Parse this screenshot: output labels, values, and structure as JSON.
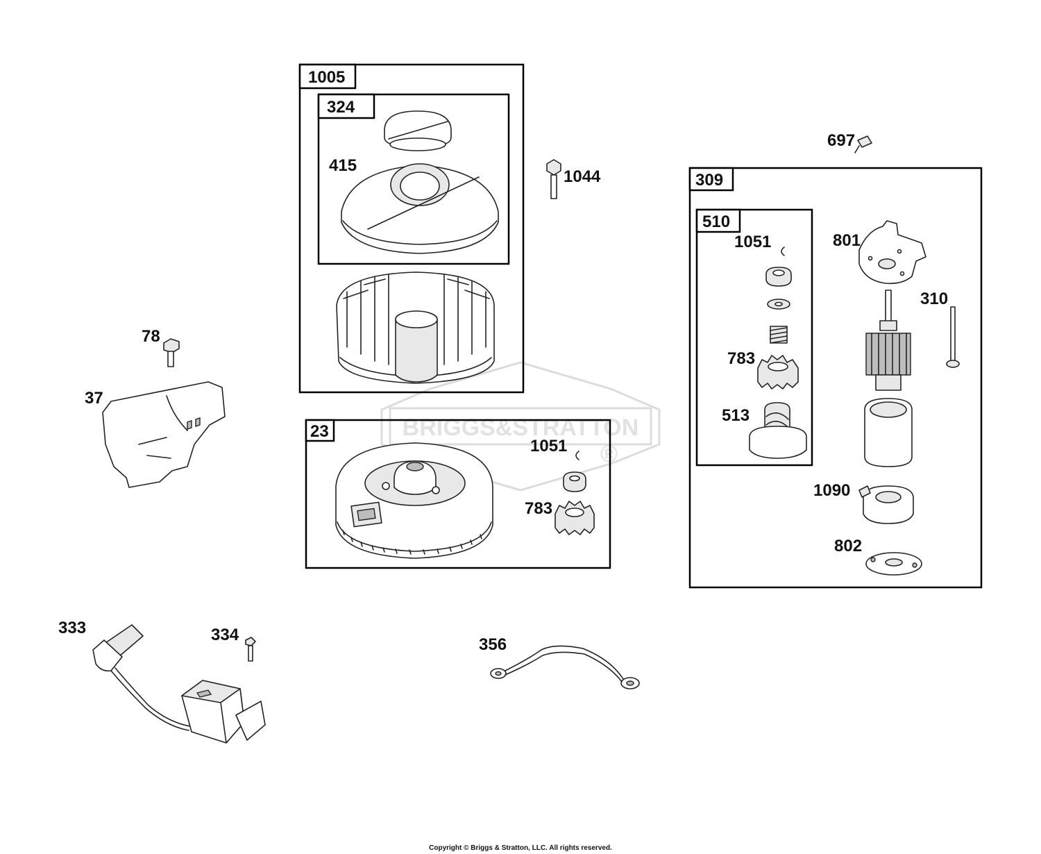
{
  "watermark": {
    "text": "BRIGGS&STRATTON",
    "mark": "®"
  },
  "copyright": "Copyright © Briggs & Stratton, LLC. All rights reserved.",
  "groups": {
    "g1005": "1005",
    "g324": "324",
    "g23": "23",
    "g309": "309",
    "g510": "510"
  },
  "parts": {
    "p415": "415",
    "p1044": "1044",
    "p697": "697",
    "p78": "78",
    "p37": "37",
    "p1051a": "1051",
    "p783a": "783",
    "p1051b": "1051",
    "p783b": "783",
    "p513": "513",
    "p801": "801",
    "p310": "310",
    "p1090": "1090",
    "p802": "802",
    "p333": "333",
    "p334": "334",
    "p356": "356"
  }
}
